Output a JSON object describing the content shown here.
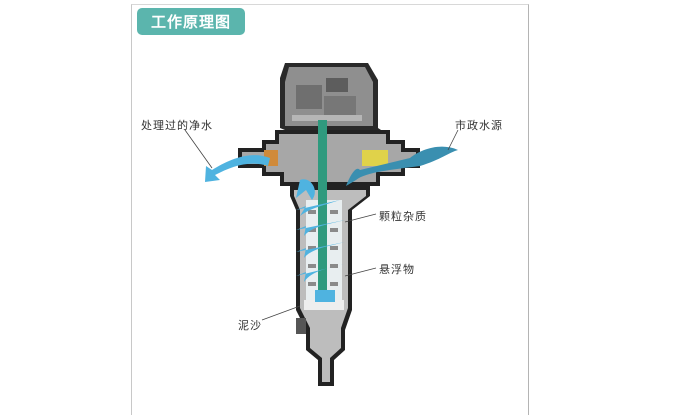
{
  "title": "工作原理图",
  "labels": {
    "outlet": "处理过的净水",
    "inlet": "市政水源",
    "particles": "颗粒杂质",
    "suspended": "悬浮物",
    "sediment": "泥沙"
  },
  "colors": {
    "badge": "#5bb5ad",
    "water_flow": "#4fb3e0",
    "inlet_flow": "#3a8fb0",
    "center_tube": "#2f9a7e",
    "housing": "#8a8a8a",
    "housing_dark": "#2a2a2a",
    "valve_yellow": "#e0d24a",
    "valve_orange": "#d08a3a"
  }
}
